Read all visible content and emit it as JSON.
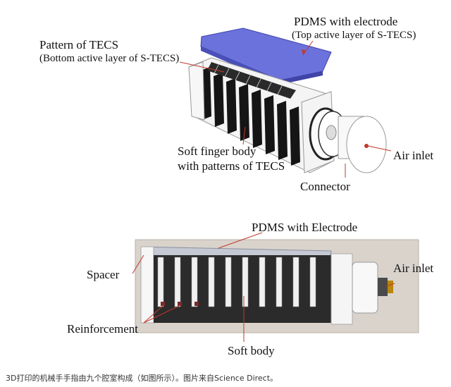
{
  "top_diagram": {
    "pdms_title": "PDMS with electrode",
    "pdms_sub": "(Top active layer of S-TECS)",
    "pattern_title": "Pattern of TECS",
    "pattern_sub": "(Bottom active layer of S-TECS)",
    "finger_line1": "Soft finger body",
    "finger_line2": "with patterns of TECS",
    "air_inlet": "Air inlet",
    "connector": "Connector"
  },
  "bottom_photo": {
    "pdms": "PDMS with Electrode",
    "spacer": "Spacer",
    "air_inlet": "Air inlet",
    "reinforcement": "Reinforcement",
    "soft_body": "Soft body"
  },
  "caption": "3D打印的机械手手指由九个腔室构成（如图所示）。图片来自Science Direct。",
  "colors": {
    "pdms_layer": "#6c72dc",
    "finger_black": "#151515",
    "photo_bg": "#d9d3cc"
  }
}
